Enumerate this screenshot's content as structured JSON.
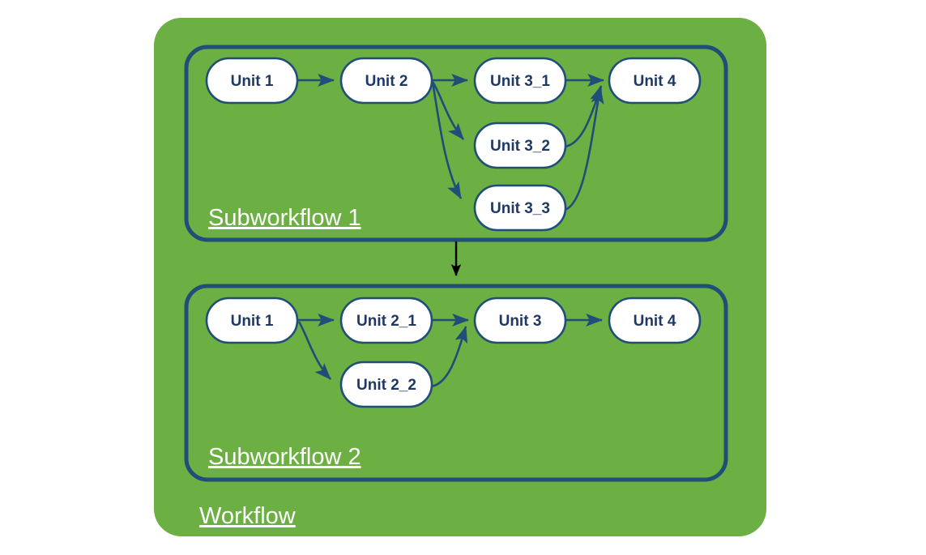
{
  "diagram": {
    "title_label": "Workflow",
    "colors": {
      "canvas": "#ffffff",
      "workflow_fill": "#6CAF42",
      "group_border": "#1F4E79",
      "node_fill": "#ffffff",
      "node_border": "#1F4E79",
      "node_text": "#1F3864",
      "group_label_text": "#ffffff",
      "edge": "#1F4E79",
      "link_arrow": "#000000"
    },
    "workflow": {
      "label": "Workflow",
      "subworkflows": [
        {
          "label": "Subworkflow 1",
          "nodes": [
            {
              "id": "sw1-unit1",
              "label": "Unit 1"
            },
            {
              "id": "sw1-unit2",
              "label": "Unit 2"
            },
            {
              "id": "sw1-unit3_1",
              "label": "Unit 3_1"
            },
            {
              "id": "sw1-unit3_2",
              "label": "Unit 3_2"
            },
            {
              "id": "sw1-unit3_3",
              "label": "Unit 3_3"
            },
            {
              "id": "sw1-unit4",
              "label": "Unit 4"
            }
          ],
          "edges": [
            {
              "from": "Unit 1",
              "to": "Unit 2"
            },
            {
              "from": "Unit 2",
              "to": "Unit 3_1"
            },
            {
              "from": "Unit 2",
              "to": "Unit 3_2"
            },
            {
              "from": "Unit 2",
              "to": "Unit 3_3"
            },
            {
              "from": "Unit 3_1",
              "to": "Unit 4"
            },
            {
              "from": "Unit 3_2",
              "to": "Unit 4"
            },
            {
              "from": "Unit 3_3",
              "to": "Unit 4"
            }
          ]
        },
        {
          "label": "Subworkflow 2",
          "nodes": [
            {
              "id": "sw2-unit1",
              "label": "Unit 1"
            },
            {
              "id": "sw2-unit2_1",
              "label": "Unit 2_1"
            },
            {
              "id": "sw2-unit2_2",
              "label": "Unit 2_2"
            },
            {
              "id": "sw2-unit3",
              "label": "Unit 3"
            },
            {
              "id": "sw2-unit4",
              "label": "Unit 4"
            }
          ],
          "edges": [
            {
              "from": "Unit 1",
              "to": "Unit 2_1"
            },
            {
              "from": "Unit 1",
              "to": "Unit 2_2"
            },
            {
              "from": "Unit 2_1",
              "to": "Unit 3"
            },
            {
              "from": "Unit 2_2",
              "to": "Unit 3"
            },
            {
              "from": "Unit 3",
              "to": "Unit 4"
            }
          ]
        }
      ],
      "connector": {
        "from": "Subworkflow 1",
        "to": "Subworkflow 2"
      }
    }
  }
}
